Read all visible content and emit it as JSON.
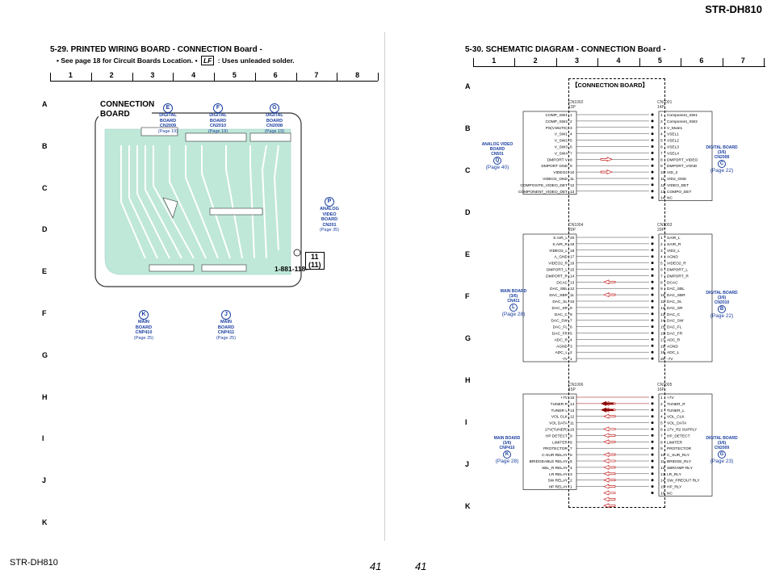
{
  "header": {
    "model": "STR-DH810"
  },
  "footer": {
    "model": "STR-DH810",
    "page_left": "41",
    "page_right": "41"
  },
  "left": {
    "section_title": "5-29.  PRINTED  WIRING  BOARD - CONNECTION Board -",
    "note": "• See page 18 for Circuit Boards Location.   •",
    "note_lf": ": Uses unleaded solder.",
    "columns": [
      "1",
      "2",
      "3",
      "4",
      "5",
      "6",
      "7",
      "8"
    ],
    "rows": [
      "A",
      "B",
      "C",
      "D",
      "E",
      "F",
      "G",
      "H",
      "I",
      "J",
      "K"
    ],
    "board_label": "CONNECTION BOARD",
    "part_number": "1-881-118-",
    "ref_11": "11",
    "ref_11b": "(11)",
    "callouts": [
      {
        "letter": "E",
        "l1": "DIGITAL",
        "l2": "BOARD",
        "l3": "CN2009",
        "page": "(Page 19)"
      },
      {
        "letter": "F",
        "l1": "DIGITAL",
        "l2": "BOARD",
        "l3": "CN2010",
        "page": "(Page 19)"
      },
      {
        "letter": "G",
        "l1": "DIGITAL",
        "l2": "BOARD",
        "l3": "CN2008",
        "page": "(Page 19)"
      },
      {
        "letter": "P",
        "l1": "ANALOG",
        "l2": "VIDEO",
        "l3": "BOARD",
        "l4": "CN201",
        "page": "(Page 35)"
      },
      {
        "letter": "K",
        "l1": "MAIN",
        "l2": "BOARD",
        "l3": "CNP410",
        "page": "(Page 25)"
      },
      {
        "letter": "J",
        "l1": "MAIN",
        "l2": "BOARD",
        "l3": "CNP411",
        "page": "(Page 25)"
      }
    ]
  },
  "right": {
    "section_title": "5-30.  SCHEMATIC  DIAGRAM - CONNECTION Board -",
    "columns": [
      "1",
      "2",
      "3",
      "4",
      "5",
      "6",
      "7"
    ],
    "rows": [
      "A",
      "B",
      "C",
      "D",
      "E",
      "F",
      "G",
      "H",
      "I",
      "J",
      "K"
    ],
    "board_label": "【CONNECTION BOARD】",
    "side_labels": {
      "analog": {
        "letter": "Q",
        "l1": "ANALOG VIDEO",
        "l2": "BOARD",
        "l3": "CN501",
        "page": "(Page 40)"
      },
      "digital1": {
        "letter": "C",
        "l1": "DIGITAL BOARD",
        "l2": "(3/6)",
        "l3": "CN2008",
        "page": "(Page 22)"
      },
      "main1": {
        "letter": "L",
        "l1": "MAIN BOARD",
        "l2": "(3/6)",
        "l3": "CN411",
        "page": "(Page 28)"
      },
      "digital2": {
        "letter": "B",
        "l1": "DIGITAL BOARD",
        "l2": "(3/6)",
        "l3": "CN2010",
        "page": "(Page 22)"
      },
      "main2": {
        "letter": "K",
        "l1": "MAIN BOARD",
        "l2": "(3/6)",
        "l3": "CNP410",
        "page": "(Page 28)"
      },
      "digital3": {
        "letter": "G",
        "l1": "DIGITAL BOARD",
        "l2": "(3/6)",
        "l3": "CN2009",
        "page": "(Page 23)"
      }
    },
    "connectors": [
      {
        "left_ref": "CN1002",
        "left_pins": "13P",
        "right_ref": "CN1001",
        "right_pins": "14P",
        "left": [
          {
            "n": "1",
            "s": "COMP_SW1"
          },
          {
            "n": "2",
            "s": "COMP_SW2"
          },
          {
            "n": "3",
            "s": "PS(V.MUTE)"
          },
          {
            "n": "4",
            "s": "V_SW1"
          },
          {
            "n": "5",
            "s": "V_SW2"
          },
          {
            "n": "6",
            "s": "V_SW3"
          },
          {
            "n": "7",
            "s": "V_SW4"
          },
          {
            "n": "8",
            "s": "DMPORT V"
          },
          {
            "n": "9",
            "s": "DMPORT GND"
          },
          {
            "n": "10",
            "s": "VIDEO2"
          },
          {
            "n": "11",
            "s": "VIDEO2_GND"
          },
          {
            "n": "12",
            "s": "COMPOSITE_VIDEO_DET"
          },
          {
            "n": "13",
            "s": "COMPONENT_VIDEO_DET"
          }
        ],
        "right": [
          {
            "n": "1",
            "s": "Component_SW1"
          },
          {
            "n": "2",
            "s": "Component_SW2"
          },
          {
            "n": "3",
            "s": "V_Mute1"
          },
          {
            "n": "4",
            "s": "VSEL1"
          },
          {
            "n": "5",
            "s": "VSEL2"
          },
          {
            "n": "6",
            "s": "VSEL3"
          },
          {
            "n": "7",
            "s": "VSEL4"
          },
          {
            "n": "8",
            "s": "DMPORT_VIDEO"
          },
          {
            "n": "9",
            "s": "DMPORT_VGND"
          },
          {
            "n": "10",
            "s": "VID_2"
          },
          {
            "n": "11",
            "s": "VID2_GND"
          },
          {
            "n": "12",
            "s": "VIDEO_DET"
          },
          {
            "n": "13",
            "s": "COMPO_DET"
          },
          {
            "n": "14",
            "s": "NC"
          }
        ]
      },
      {
        "left_ref": "CN1004",
        "left_pins": "20P",
        "right_ref": "CN1003",
        "right_pins": "20P",
        "left": [
          {
            "n": "20",
            "s": "S.AIR_L"
          },
          {
            "n": "19",
            "s": "S.AIR_R"
          },
          {
            "n": "18",
            "s": "VIDEO2_L"
          },
          {
            "n": "17",
            "s": "A_GND"
          },
          {
            "n": "16",
            "s": "VIDEO2_R"
          },
          {
            "n": "15",
            "s": "DMPORT_L"
          },
          {
            "n": "14",
            "s": "DMPORT_R"
          },
          {
            "n": "13",
            "s": "DCAC"
          },
          {
            "n": "12",
            "s": "DAC_SBL"
          },
          {
            "n": "11",
            "s": "DAC_SBR"
          },
          {
            "n": "10",
            "s": "DAC_SL"
          },
          {
            "n": "9",
            "s": "DAC_SR"
          },
          {
            "n": "8",
            "s": "DAC_C"
          },
          {
            "n": "7",
            "s": "DAC_SW"
          },
          {
            "n": "6",
            "s": "DAC_FL"
          },
          {
            "n": "5",
            "s": "DAC_FR"
          },
          {
            "n": "4",
            "s": "ADC_R"
          },
          {
            "n": "3",
            "s": "AGND"
          },
          {
            "n": "2",
            "s": "ADC_L"
          },
          {
            "n": "1",
            "s": "-7V"
          }
        ],
        "right": [
          {
            "n": "1",
            "s": "SAIR_L"
          },
          {
            "n": "2",
            "s": "SAIR_R"
          },
          {
            "n": "3",
            "s": "VID2_L"
          },
          {
            "n": "4",
            "s": "AGND"
          },
          {
            "n": "5",
            "s": "VIDEO2_R"
          },
          {
            "n": "6",
            "s": "DMPORT_L"
          },
          {
            "n": "7",
            "s": "DMPORT_R"
          },
          {
            "n": "8",
            "s": "DCAC"
          },
          {
            "n": "9",
            "s": "DAC_SBL"
          },
          {
            "n": "10",
            "s": "DAC_SBR"
          },
          {
            "n": "11",
            "s": "DAC_SL"
          },
          {
            "n": "12",
            "s": "DAC_SR"
          },
          {
            "n": "13",
            "s": "DAC_C"
          },
          {
            "n": "14",
            "s": "DAC_SW"
          },
          {
            "n": "15",
            "s": "DAC_FL"
          },
          {
            "n": "16",
            "s": "DAC_FR"
          },
          {
            "n": "17",
            "s": "ADC_R"
          },
          {
            "n": "18",
            "s": "AGND"
          },
          {
            "n": "19",
            "s": "ADC_L"
          },
          {
            "n": "20",
            "s": "-7V"
          }
        ]
      },
      {
        "left_ref": "CN1006",
        "left_pins": "15P",
        "right_ref": "CN1005",
        "right_pins": "16P",
        "left": [
          {
            "n": "15",
            "s": "+7V"
          },
          {
            "n": "14",
            "s": "TUNER R"
          },
          {
            "n": "13",
            "s": "TUNER L"
          },
          {
            "n": "12",
            "s": "VOL CLK"
          },
          {
            "n": "11",
            "s": "VOL DATA"
          },
          {
            "n": "10",
            "s": "17V(TUNER)"
          },
          {
            "n": "9",
            "s": "HP DETECT"
          },
          {
            "n": "8",
            "s": "LIMITER"
          },
          {
            "n": "7",
            "s": "PROTECTOR"
          },
          {
            "n": "6",
            "s": "C-SUR RELAY"
          },
          {
            "n": "5",
            "s": "BRIDGEABLE RELAY"
          },
          {
            "n": "4",
            "s": "SBL_R RELAY"
          },
          {
            "n": "3",
            "s": "LR RELAY"
          },
          {
            "n": "2",
            "s": "SW RELAY"
          },
          {
            "n": "1",
            "s": "HP RELAY"
          }
        ],
        "right": [
          {
            "n": "1",
            "s": "+7V"
          },
          {
            "n": "2",
            "s": "TUNER_R"
          },
          {
            "n": "3",
            "s": "TUNER_L"
          },
          {
            "n": "4",
            "s": "VOL_CLK"
          },
          {
            "n": "5",
            "s": "VOL_DATA"
          },
          {
            "n": "6",
            "s": "17V_R2 SUPPLY"
          },
          {
            "n": "7",
            "s": "HP_DETECT"
          },
          {
            "n": "8",
            "s": "LIMITER"
          },
          {
            "n": "9",
            "s": "PROTECTOR"
          },
          {
            "n": "10",
            "s": "C_SUR_RLY"
          },
          {
            "n": "11",
            "s": "BRIDGE_RLY"
          },
          {
            "n": "12",
            "s": "SBR/AMP RLY"
          },
          {
            "n": "13",
            "s": "LR_RLY"
          },
          {
            "n": "14",
            "s": "SW_PREOUT RLY"
          },
          {
            "n": "15",
            "s": "HP_RLY"
          },
          {
            "n": "16",
            "s": "NC"
          }
        ]
      }
    ]
  }
}
